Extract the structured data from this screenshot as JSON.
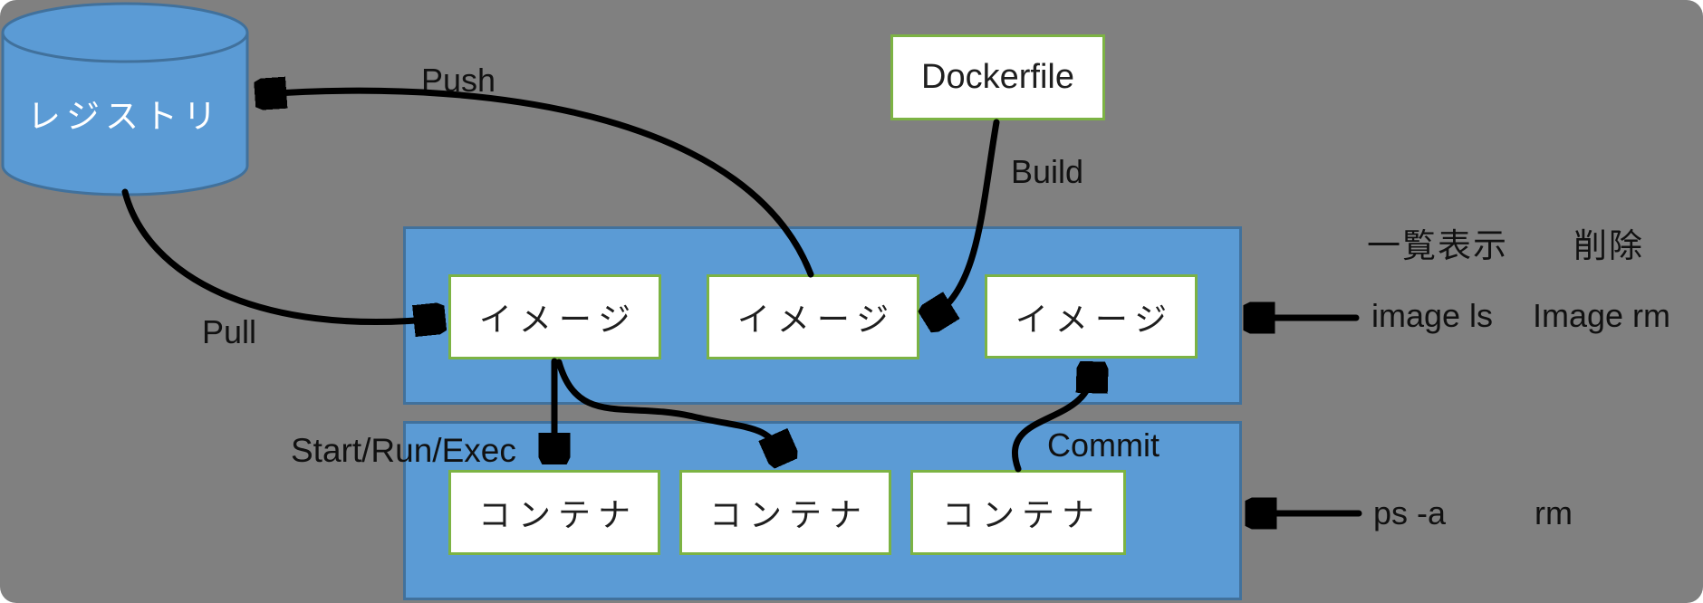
{
  "colors": {
    "background": "#808080",
    "band_fill": "#5B9BD5",
    "band_border": "#41719C",
    "node_border": "#7CB344",
    "registry_text": "#FFFFFF",
    "arrow": "#000000"
  },
  "registry": {
    "label": "レジストリ"
  },
  "dockerfile": {
    "label": "Dockerfile"
  },
  "image_boxes": [
    "イメージ",
    "イメージ",
    "イメージ"
  ],
  "container_boxes": [
    "コンテナ",
    "コンテナ",
    "コンテナ"
  ],
  "arrow_labels": {
    "push": "Push",
    "pull": "Pull",
    "build": "Build",
    "start_run_exec": "Start/Run/Exec",
    "commit": "Commit"
  },
  "commands": {
    "list_header": "一覧表示",
    "delete_header": "削除",
    "image_list": "image ls",
    "image_remove": "Image rm",
    "container_list": "ps -a",
    "container_remove": "rm"
  }
}
